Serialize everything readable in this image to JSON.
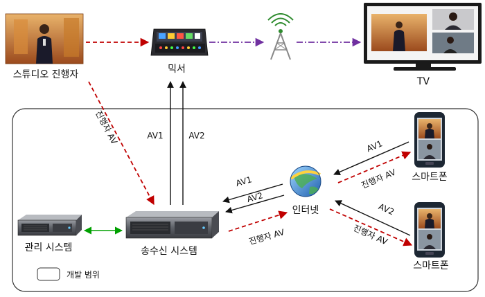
{
  "nodes": {
    "studio_host": "스튜디오 진행자",
    "mixer": "믹서",
    "tv": "TV",
    "transceiver": "송수신 시스템",
    "management": "관리 시스템",
    "internet": "인터넷",
    "smartphone_top": "스마트폰",
    "smartphone_bottom": "스마트폰"
  },
  "edges": {
    "host_av_vertical": "진행자 AV",
    "av1_up": "AV1",
    "av2_up": "AV2",
    "av1_internet": "AV1",
    "av2_internet": "AV2",
    "host_av_to_internet": "진행자 AV",
    "av1_phone_top": "AV1",
    "host_av_phone_top": "진행자 AV",
    "av2_phone_bottom": "AV2",
    "host_av_phone_bottom": "진행자 AV"
  },
  "legend": {
    "label": "개발 범위"
  },
  "colors": {
    "red_dashed": "#c00000",
    "purple_dashdot": "#7030a0",
    "green_arrow": "#00a000",
    "black": "#111111"
  },
  "icons": {
    "studio_photo": "studio-host-photo",
    "mixer": "mixer-console-icon",
    "antenna": "broadcast-antenna-icon",
    "tv": "tv-icon",
    "server": "rack-server-icon",
    "globe": "internet-globe-icon",
    "phone": "smartphone-icon"
  }
}
